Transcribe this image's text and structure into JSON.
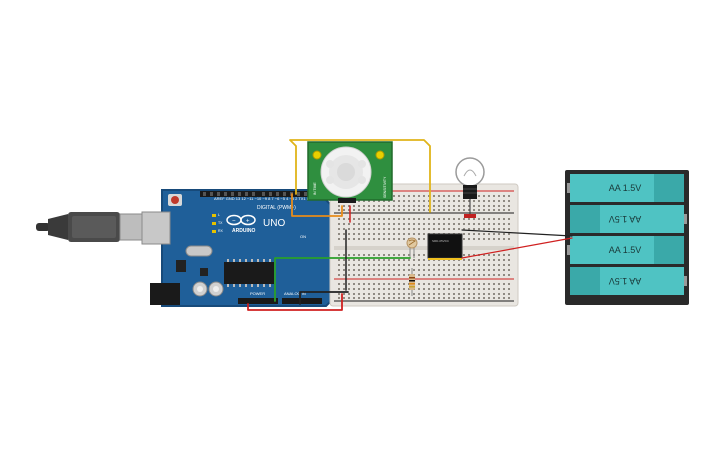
{
  "arduino": {
    "brand": "ARDUINO",
    "model": "UNO",
    "digital_label": "DIGITAL (PWM~)",
    "power_label": "POWER",
    "analog_label": "ANALOG IN",
    "on_label": "ON",
    "tx_label": "TX",
    "rx_label": "RX",
    "l_label": "L"
  },
  "pir_sensor": {
    "left_label": "IN TIME",
    "right_label": "SENSITIVITY"
  },
  "battery_pack": {
    "cells": [
      {
        "label": "AA 1.5V",
        "flipped": false
      },
      {
        "label": "AA 1.5V",
        "flipped": true
      },
      {
        "label": "AA 1.5V",
        "flipped": false
      },
      {
        "label": "AA 1.5V",
        "flipped": true
      }
    ]
  },
  "colors": {
    "board": "#1f5f99",
    "board_edge": "#174a7a",
    "breadboard": "#e9e6e1",
    "pir": "#2f8f3f",
    "battery_case": "#2a2a2a",
    "battery_cell": "#4fc3c3",
    "wire_yellow": "#e0b41a",
    "wire_orange": "#e88c1a",
    "wire_green": "#2aa02a",
    "wire_red": "#d02020",
    "wire_black": "#222222"
  }
}
